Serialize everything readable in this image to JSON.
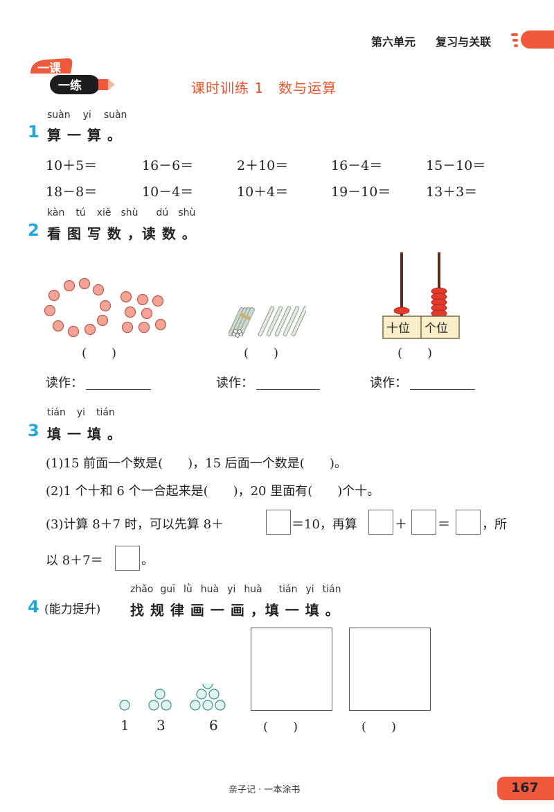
{
  "header": {
    "unit": "第六单元",
    "section": "复习与关联"
  },
  "logo": {
    "line1": "一课",
    "line2": "一练"
  },
  "lesson_title": "课时训练 1　数与运算",
  "q1": {
    "number": "1",
    "pinyin": [
      "suàn",
      "yi",
      "suàn"
    ],
    "title": "算 一 算 。",
    "problems": [
      [
        "10＋5＝",
        "16－6＝",
        "2＋10＝",
        "16－4＝",
        "15－10＝"
      ],
      [
        "18－8＝",
        "10－4＝",
        "10＋4＝",
        "19－10＝",
        "13＋3＝"
      ]
    ]
  },
  "q2": {
    "number": "2",
    "pinyin": [
      "kàn",
      "tú",
      "xiě",
      "shù",
      "dú",
      "shù"
    ],
    "title": "看 图 写 数 ，读 数 。",
    "paren": "(　　)",
    "read_label": "读作：",
    "abacus_tens": "十位",
    "abacus_ones": "个位"
  },
  "q3": {
    "number": "3",
    "pinyin": [
      "tián",
      "yi",
      "tián"
    ],
    "title": "填 一 填 。",
    "line1": "(1)15 前面一个数是(　　)，15 后面一个数是(　　)。",
    "line2": "(2)1 个十和 6 个一合起来是(　　)，20 里面有(　　)个十。",
    "line3_a": "(3)计算 8＋7 时，可以先算 8＋",
    "line3_b": "＝10，再算",
    "line3_c": "＋",
    "line3_d": "＝",
    "line3_e": "，所",
    "line4_a": "以 8＋7＝",
    "line4_b": "。"
  },
  "q4": {
    "number": "4",
    "tag": "(能力提升)",
    "pinyin": [
      "zhǎo",
      "guī",
      "lǜ",
      "huà",
      "yi",
      "huà",
      "tián",
      "yi",
      "tián"
    ],
    "title": "找 规 律 画 一 画 ，填 一 填 。",
    "sequence": [
      "1",
      "3",
      "6"
    ],
    "paren": "(　　)"
  },
  "footer": {
    "brand": "亲子记 · 一本涂书",
    "page": "167"
  },
  "colors": {
    "accent": "#ef5a3c",
    "question_number": "#23a6dd",
    "bead": "#f4a497",
    "circle": "#dff3f0"
  }
}
